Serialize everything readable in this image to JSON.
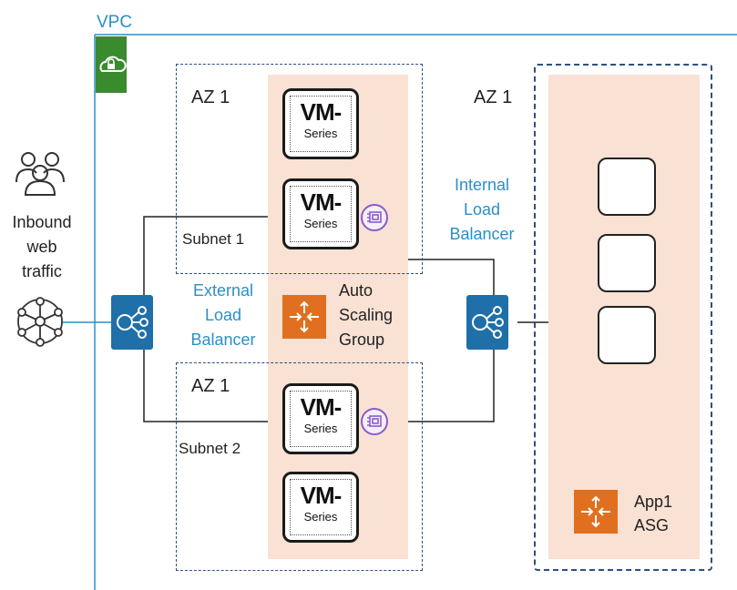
{
  "vpc": {
    "label": "VPC"
  },
  "colors": {
    "vpc_line": "#2a8fca",
    "dash": "#2f4f80",
    "peach": "#f9e1d4",
    "lb": "#1f6fa8",
    "asg": "#e0701f",
    "eni": "#8b5cc7",
    "vpc_badge": "#3a8a2e"
  },
  "left_panel": {
    "users_icon": "users-icon",
    "inbound_label": "Inbound\nweb\ntraffic",
    "internet_icon": "internet-globe-icon"
  },
  "external_lb": {
    "label": "External\nLoad\nBalancer",
    "icon": "load-balancer-icon"
  },
  "internal_lb": {
    "label": "Internal\nLoad\nBalancer",
    "icon": "load-balancer-icon"
  },
  "az_top": {
    "label": "AZ 1",
    "subnet": "Subnet 1"
  },
  "az_bottom": {
    "label": "AZ 1",
    "subnet": "Subnet 2"
  },
  "az_right": {
    "label": "AZ 1"
  },
  "auto_scaling": {
    "label": "Auto\nScaling\nGroup",
    "icon": "auto-scaling-icon"
  },
  "app_asg": {
    "label": "App1\nASG",
    "icon": "auto-scaling-icon"
  },
  "vm": {
    "title": "VM-",
    "subtitle": "Series"
  },
  "network_interface_icon": "network-interface-icon",
  "server_icon": "server-icon"
}
